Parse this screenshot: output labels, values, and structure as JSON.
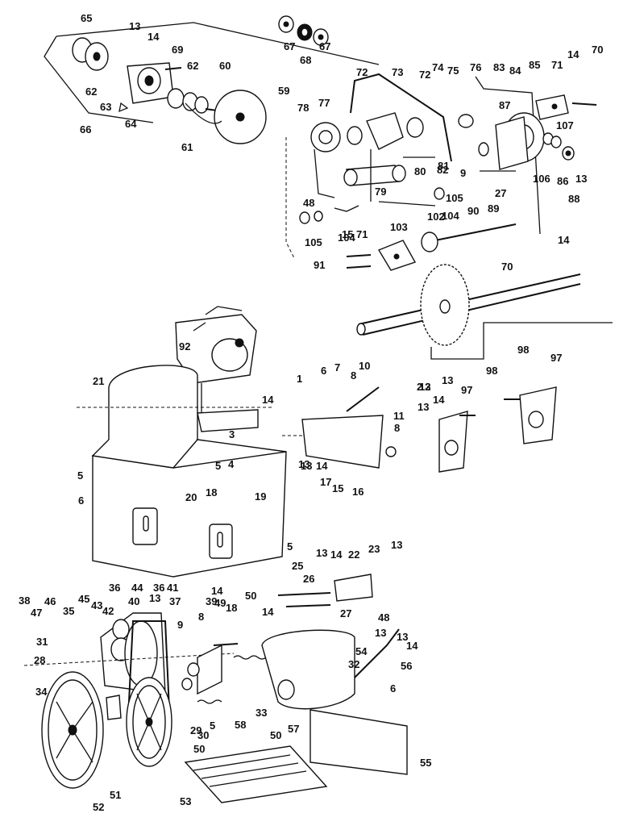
{
  "diagram": {
    "type": "exploded parts diagram",
    "labels": [
      "65",
      "13",
      "14",
      "69",
      "62",
      "60",
      "59",
      "62",
      "63",
      "64",
      "61",
      "66",
      "67",
      "68",
      "67",
      "72",
      "73",
      "74",
      "72",
      "75",
      "76",
      "83",
      "84",
      "85",
      "71",
      "14",
      "70",
      "78",
      "77",
      "87",
      "107",
      "80",
      "82",
      "9",
      "106",
      "86",
      "13",
      "88",
      "79",
      "81",
      "27",
      "48",
      "102",
      "104",
      "105",
      "90",
      "89",
      "105",
      "104",
      "103",
      "71",
      "15",
      "14",
      "91",
      "70",
      "92",
      "21",
      "1",
      "6",
      "7",
      "8",
      "10",
      "11",
      "12",
      "13",
      "14",
      "3",
      "5",
      "4",
      "5",
      "20",
      "18",
      "19",
      "6",
      "2",
      "13",
      "97",
      "98",
      "97",
      "13",
      "14",
      "98",
      "13",
      "14",
      "17",
      "15",
      "16",
      "8",
      "13",
      "5",
      "25",
      "14",
      "22",
      "23",
      "13",
      "26",
      "13",
      "36",
      "44",
      "36",
      "41",
      "14",
      "49",
      "38",
      "46",
      "45",
      "43",
      "42",
      "40",
      "13",
      "37",
      "39",
      "18",
      "50",
      "47",
      "35",
      "9",
      "8",
      "14",
      "27",
      "48",
      "13",
      "14",
      "31",
      "28",
      "13",
      "54",
      "32",
      "56",
      "34",
      "33",
      "6",
      "58",
      "30",
      "29",
      "5",
      "50",
      "57",
      "55",
      "50",
      "53",
      "52",
      "51"
    ]
  }
}
